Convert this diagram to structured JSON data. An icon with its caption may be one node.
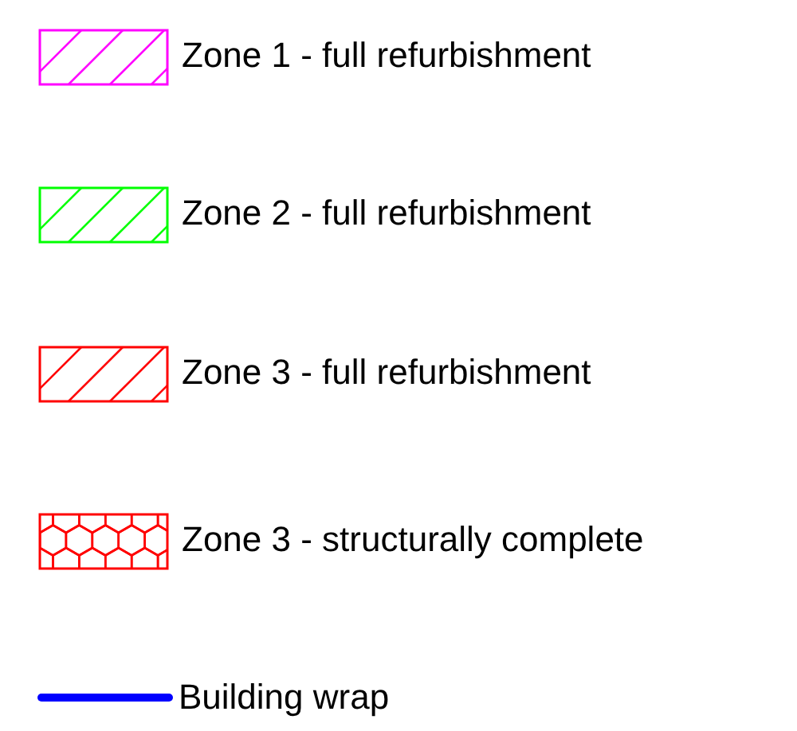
{
  "diagram": {
    "legend": [
      {
        "text": "Zone 1 - full refurbishment"
      },
      {
        "text": "Zone 2 - full refurbishment"
      },
      {
        "text": "Zone 3 - full refurbishment"
      },
      {
        "text": "Zone 3 - structurally complete"
      },
      {
        "text": "Building wrap"
      }
    ]
  }
}
